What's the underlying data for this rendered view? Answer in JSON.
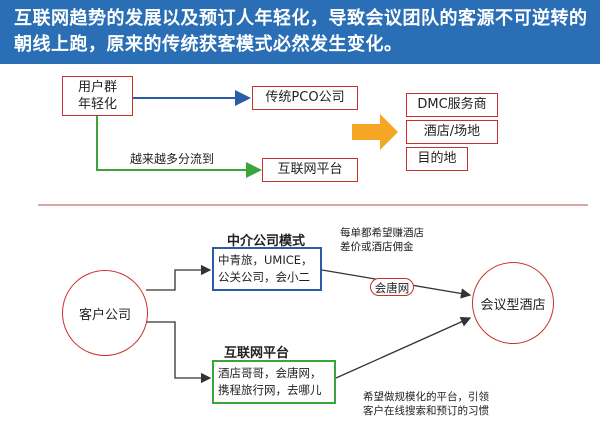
{
  "header": {
    "title": "互联网趋势的发展以及预订人年轻化，导致会议团队的客源不可逆转的朝线上跑，原来的传统获客模式必然发生变化。"
  },
  "top": {
    "user_group": "用户群\n年轻化",
    "pco": "传统PCO公司",
    "internet_platform": "互联网平台",
    "flow_label": "越来越多分流到",
    "channels": [
      "DMC服务商",
      "酒店/场地",
      "目的地"
    ]
  },
  "bottom": {
    "client": "客户公司",
    "agency_title": "中介公司模式",
    "agency_box": "中青旅，UMICE，\n公关公司，会小二",
    "agency_note": "每单都希望赚酒店\n差价或酒店佣金",
    "huitang": "会唐网",
    "platform_title": "互联网平台",
    "platform_box": "酒店哥哥，会唐网，\n携程旅行网，去哪儿",
    "platform_note": "希望做规模化的平台，引领\n客户在线搜索和预订的习惯",
    "hotel": "会议型酒店"
  },
  "colors": {
    "header_bg": "#2a6fb5",
    "red": "#c9302c",
    "green": "#3aa53a",
    "blue": "#2a5ca8",
    "orange": "#f5a623"
  }
}
